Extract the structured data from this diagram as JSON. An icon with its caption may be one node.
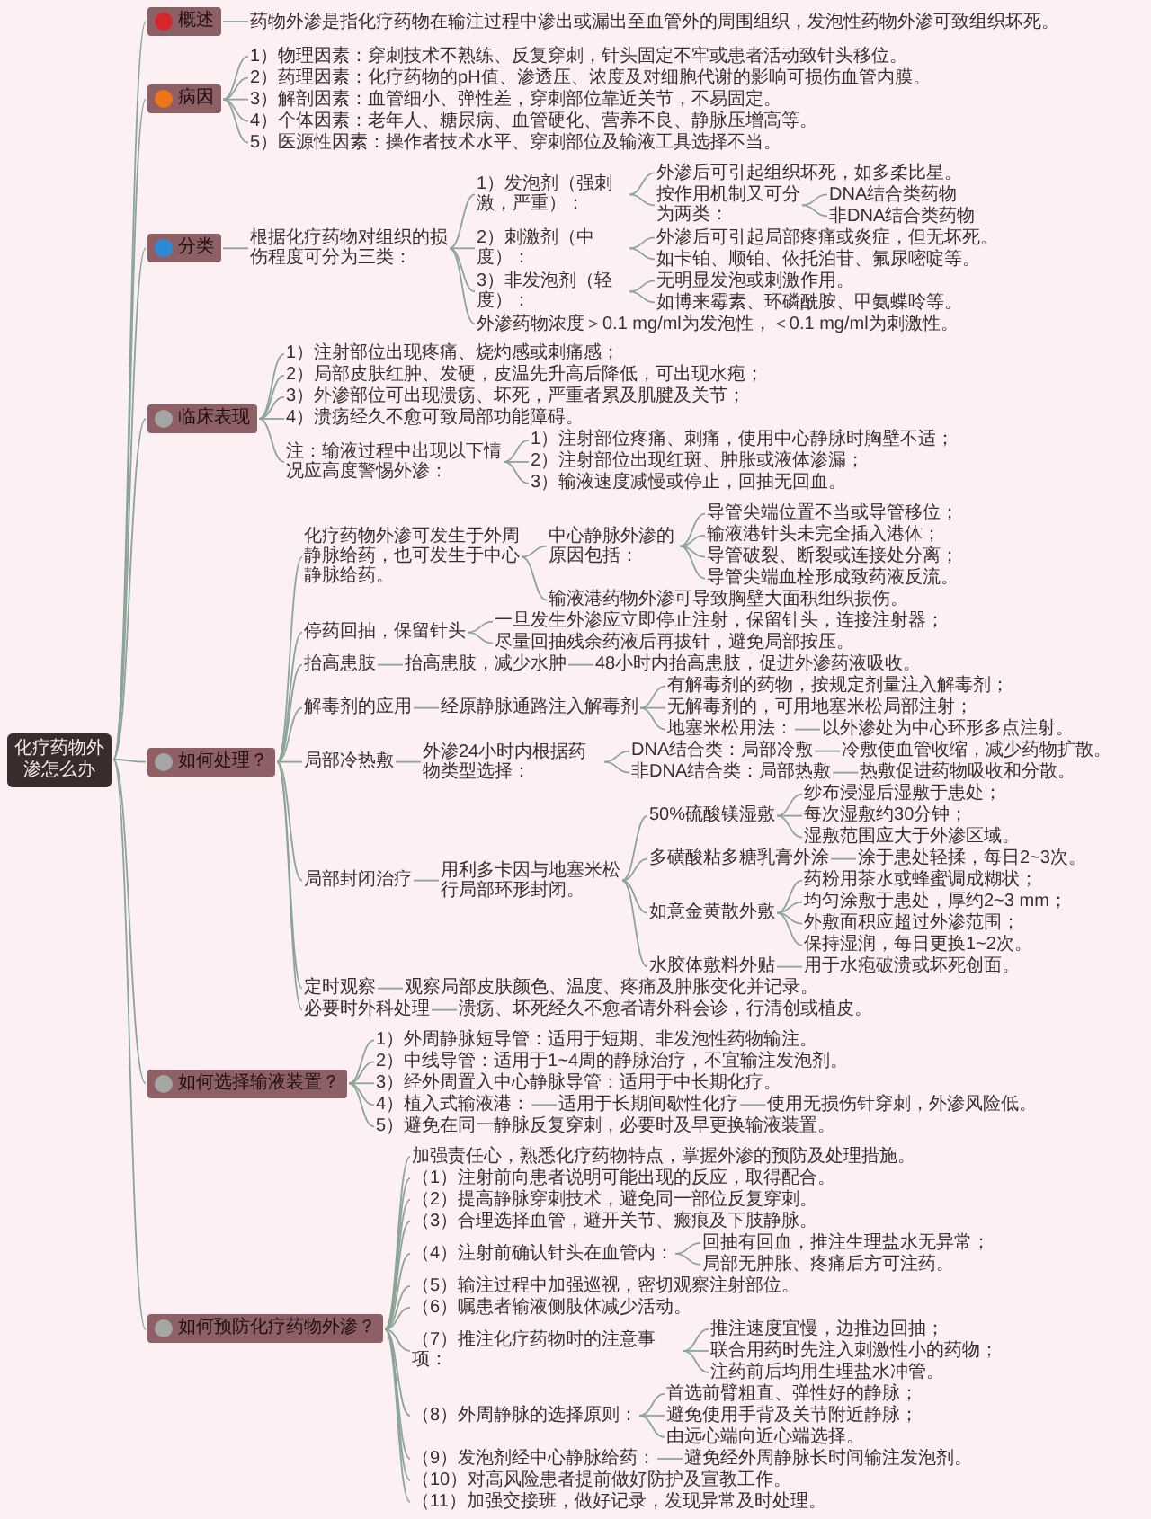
{
  "diagram": {
    "nodes": [
      {
        "text": [
          "化疗药物外渗怎么办"
        ]
      },
      {
        "text": [
          "概述"
        ]
      },
      {
        "text": [
          "药物外渗是指化疗药物在输注过程中渗出或漏出至血管外的周围组织，发泡性药物外渗可致组织坏死。"
        ]
      },
      {
        "text": [
          "病因"
        ]
      },
      {
        "text": [
          "1）物理因素：穿刺技术不熟练、反复穿刺，针头固定不牢或患者活动致针头移位。"
        ]
      },
      {
        "text": [
          "2）药理因素：化疗药物的pH值、渗透压、浓度及对细胞代谢的影响可损伤血管内膜。"
        ]
      },
      {
        "text": [
          "3）解剖因素：血管细小、弹性差，穿刺部位靠近关节，不易固定。"
        ]
      },
      {
        "text": [
          "4）个体因素：老年人、糖尿病、血管硬化、营养不良、静脉压增高等。"
        ]
      },
      {
        "text": [
          "5）医源性因素：操作者技术水平、穿刺部位及输液工具选择不当。"
        ]
      },
      {
        "text": [
          "分类"
        ]
      },
      {
        "text": [
          "根据化疗药物对组织的损伤程度可分为三类："
        ]
      },
      {
        "text": [
          "1）发泡剂（强刺激，严重）："
        ]
      },
      {
        "text": [
          "外渗后可引起组织坏死，如多柔比星。"
        ]
      },
      {
        "text": [
          "按作用机制又可分为两类："
        ]
      },
      {
        "text": [
          "DNA结合类药物"
        ]
      },
      {
        "text": [
          "非DNA结合类药物"
        ]
      },
      {
        "text": [
          "2）刺激剂（中度）："
        ]
      },
      {
        "text": [
          "外渗后可引起局部疼痛或炎症，但无坏死。"
        ]
      },
      {
        "text": [
          "如卡铂、顺铂、依托泊苷、氟尿嘧啶等。"
        ]
      },
      {
        "text": [
          "3）非发泡剂（轻度）："
        ]
      },
      {
        "text": [
          "无明显发泡或刺激作用。"
        ]
      },
      {
        "text": [
          "如博来霉素、环磷酰胺、甲氨蝶呤等。"
        ]
      },
      {
        "text": [
          "外渗药物浓度＞0.1 mg/ml为发泡性，＜0.1 mg/ml为刺激性。"
        ]
      },
      {
        "text": [
          "临床表现"
        ]
      },
      {
        "text": [
          "1）注射部位出现疼痛、烧灼感或刺痛感；"
        ]
      },
      {
        "text": [
          "2）局部皮肤红肿、发硬，皮温先升高后降低，可出现水疱；"
        ]
      },
      {
        "text": [
          "3）外渗部位可出现溃疡、坏死，严重者累及肌腱及关节；"
        ]
      },
      {
        "text": [
          "4）溃疡经久不愈可致局部功能障碍。"
        ]
      },
      {
        "text": [
          "注：输液过程中出现以下情况应高度警惕外渗："
        ]
      },
      {
        "text": [
          "1）注射部位疼痛、刺痛，使用中心静脉时胸壁不适；"
        ]
      },
      {
        "text": [
          "2）注射部位出现红斑、肿胀或液体渗漏；"
        ]
      },
      {
        "text": [
          "3）输液速度减慢或停止，回抽无回血。"
        ]
      },
      {
        "text": [
          "如何处理？"
        ]
      },
      {
        "text": [
          "化疗药物外渗可发生于外周静脉给药，也可发生于中心静脉给药。"
        ]
      },
      {
        "text": [
          "中心静脉外渗的原因包括："
        ]
      },
      {
        "text": [
          "导管尖端位置不当或导管移位；"
        ]
      },
      {
        "text": [
          "输液港针头未完全插入港体；"
        ]
      },
      {
        "text": [
          "导管破裂、断裂或连接处分离；"
        ]
      },
      {
        "text": [
          "导管尖端血栓形成致药液反流。"
        ]
      },
      {
        "text": [
          "输液港药物外渗可导致胸壁大面积组织损伤。"
        ]
      },
      {
        "text": [
          "停药回抽，保留针头"
        ]
      },
      {
        "text": [
          "一旦发生外渗应立即停止注射，保留针头，连接注射器；"
        ]
      },
      {
        "text": [
          "尽量回抽残余药液后再拔针，避免局部按压。"
        ]
      },
      {
        "text": [
          "抬高患肢"
        ]
      },
      {
        "text": [
          "抬高患肢，减少水肿"
        ]
      },
      {
        "text": [
          "48小时内抬高患肢，促进外渗药液吸收。"
        ]
      },
      {
        "text": [
          "解毒剂的应用"
        ]
      },
      {
        "text": [
          "经原静脉通路注入解毒剂"
        ]
      },
      {
        "text": [
          "有解毒剂的药物，按规定剂量注入解毒剂；"
        ]
      },
      {
        "text": [
          "无解毒剂的，可用地塞米松局部注射；"
        ]
      },
      {
        "text": [
          "地塞米松用法："
        ]
      },
      {
        "text": [
          "以外渗处为中心环形多点注射。"
        ]
      },
      {
        "text": [
          "局部冷热敷"
        ]
      },
      {
        "text": [
          "外渗24小时内根据药物类型选择："
        ]
      },
      {
        "text": [
          "DNA结合类：局部冷敷"
        ]
      },
      {
        "text": [
          "冷敷使血管收缩，减少药物扩散。"
        ]
      },
      {
        "text": [
          "非DNA结合类：局部热敷"
        ]
      },
      {
        "text": [
          "热敷促进药物吸收和分散。"
        ]
      },
      {
        "text": [
          "局部封闭治疗"
        ]
      },
      {
        "text": [
          "用利多卡因与地塞米松行局部环形封闭。"
        ]
      },
      {
        "text": [
          "50%硫酸镁湿敷"
        ]
      },
      {
        "text": [
          "纱布浸湿后湿敷于患处；"
        ]
      },
      {
        "text": [
          "每次湿敷约30分钟；"
        ]
      },
      {
        "text": [
          "湿敷范围应大于外渗区域。"
        ]
      },
      {
        "text": [
          "多磺酸粘多糖乳膏外涂"
        ]
      },
      {
        "text": [
          "涂于患处轻揉，每日2~3次。"
        ]
      },
      {
        "text": [
          "如意金黄散外敷"
        ]
      },
      {
        "text": [
          "药粉用茶水或蜂蜜调成糊状；"
        ]
      },
      {
        "text": [
          "均匀涂敷于患处，厚约2~3 mm；"
        ]
      },
      {
        "text": [
          "外敷面积应超过外渗范围；"
        ]
      },
      {
        "text": [
          "保持湿润，每日更换1~2次。"
        ]
      },
      {
        "text": [
          "水胶体敷料外贴"
        ]
      },
      {
        "text": [
          "用于水疱破溃或坏死创面。"
        ]
      },
      {
        "text": [
          "定时观察"
        ]
      },
      {
        "text": [
          "观察局部皮肤颜色、温度、疼痛及肿胀变化并记录。"
        ]
      },
      {
        "text": [
          "必要时外科处理"
        ]
      },
      {
        "text": [
          "溃疡、坏死经久不愈者请外科会诊，行清创或植皮。"
        ]
      },
      {
        "text": [
          "如何选择输液装置？"
        ]
      },
      {
        "text": [
          "1）外周静脉短导管：适用于短期、非发泡性药物输注。"
        ]
      },
      {
        "text": [
          "2）中线导管：适用于1~4周的静脉治疗，不宜输注发泡剂。"
        ]
      },
      {
        "text": [
          "3）经外周置入中心静脉导管：适用于中长期化疗。"
        ]
      },
      {
        "text": [
          "4）植入式输液港："
        ]
      },
      {
        "text": [
          "适用于长期间歇性化疗"
        ]
      },
      {
        "text": [
          "使用无损伤针穿刺，外渗风险低。"
        ]
      },
      {
        "text": [
          "5）避免在同一静脉反复穿刺，必要时及早更换输液装置。"
        ]
      },
      {
        "text": [
          "如何预防化疗药物外渗？"
        ]
      },
      {
        "text": [
          "加强责任心，熟悉化疗药物特点，掌握外渗的预防及处理措施。"
        ]
      },
      {
        "text": [
          "（1）注射前向患者说明可能出现的反应，取得配合。"
        ]
      },
      {
        "text": [
          "（2）提高静脉穿刺技术，避免同一部位反复穿刺。"
        ]
      },
      {
        "text": [
          "（3）合理选择血管，避开关节、瘢痕及下肢静脉。"
        ]
      },
      {
        "text": [
          "（4）注射前确认针头在血管内："
        ]
      },
      {
        "text": [
          "回抽有回血，推注生理盐水无异常；"
        ]
      },
      {
        "text": [
          "局部无肿胀、疼痛后方可注药。"
        ]
      },
      {
        "text": [
          "（5）输注过程中加强巡视，密切观察注射部位。"
        ]
      },
      {
        "text": [
          "（6）嘱患者输液侧肢体减少活动。"
        ]
      },
      {
        "text": [
          "（7）推注化疗药物时的注意事项："
        ]
      },
      {
        "text": [
          "推注速度宜慢，边推边回抽；"
        ]
      },
      {
        "text": [
          "联合用药时先注入刺激性小的药物；"
        ]
      },
      {
        "text": [
          "注药前后均用生理盐水冲管。"
        ]
      },
      {
        "text": [
          "（8）外周静脉的选择原则："
        ]
      },
      {
        "text": [
          "首选前臂粗直、弹性好的静脉；"
        ]
      },
      {
        "text": [
          "避免使用手背及关节附近静脉；"
        ]
      },
      {
        "text": [
          "由远心端向近心端选择。"
        ]
      },
      {
        "text": [
          "（9）发泡剂经中心静脉给药："
        ]
      },
      {
        "text": [
          "避免经外周静脉长时间输注发泡剂。"
        ]
      },
      {
        "text": [
          "（10）对高风险患者提前做好防护及宣教工作。"
        ]
      },
      {
        "text": [
          "（11）加强交接班，做好记录，发现异常及时处理。"
        ]
      }
    ],
    "edges": [
      {
        "from": 0,
        "to": 1,
        "arrow": "none"
      },
      {
        "from": 1,
        "to": 2,
        "arrow": "none"
      },
      {
        "from": 0,
        "to": 3,
        "arrow": "none"
      },
      {
        "from": 3,
        "to": 4,
        "arrow": "none"
      },
      {
        "from": 3,
        "to": 5,
        "arrow": "none"
      },
      {
        "from": 3,
        "to": 6,
        "arrow": "none"
      },
      {
        "from": 3,
        "to": 7,
        "arrow": "none"
      },
      {
        "from": 3,
        "to": 8,
        "arrow": "none"
      },
      {
        "from": 0,
        "to": 9,
        "arrow": "none"
      },
      {
        "from": 9,
        "to": 10,
        "arrow": "none"
      },
      {
        "from": 10,
        "to": 11,
        "arrow": "none"
      },
      {
        "from": 11,
        "to": 12,
        "arrow": "none"
      },
      {
        "from": 11,
        "to": 13,
        "arrow": "none"
      },
      {
        "from": 13,
        "to": 14,
        "arrow": "none"
      },
      {
        "from": 13,
        "to": 15,
        "arrow": "none"
      },
      {
        "from": 10,
        "to": 16,
        "arrow": "none"
      },
      {
        "from": 16,
        "to": 17,
        "arrow": "none"
      },
      {
        "from": 16,
        "to": 18,
        "arrow": "none"
      },
      {
        "from": 10,
        "to": 19,
        "arrow": "none"
      },
      {
        "from": 19,
        "to": 20,
        "arrow": "none"
      },
      {
        "from": 19,
        "to": 21,
        "arrow": "none"
      },
      {
        "from": 10,
        "to": 22,
        "arrow": "none"
      },
      {
        "from": 0,
        "to": 23,
        "arrow": "none"
      },
      {
        "from": 23,
        "to": 24,
        "arrow": "none"
      },
      {
        "from": 23,
        "to": 25,
        "arrow": "none"
      },
      {
        "from": 23,
        "to": 26,
        "arrow": "none"
      },
      {
        "from": 23,
        "to": 27,
        "arrow": "none"
      },
      {
        "from": 23,
        "to": 28,
        "arrow": "none"
      },
      {
        "from": 28,
        "to": 29,
        "arrow": "none"
      },
      {
        "from": 28,
        "to": 30,
        "arrow": "none"
      },
      {
        "from": 28,
        "to": 31,
        "arrow": "none"
      },
      {
        "from": 0,
        "to": 32,
        "arrow": "none"
      },
      {
        "from": 32,
        "to": 33,
        "arrow": "none"
      },
      {
        "from": 33,
        "to": 34,
        "arrow": "none"
      },
      {
        "from": 34,
        "to": 35,
        "arrow": "none"
      },
      {
        "from": 34,
        "to": 36,
        "arrow": "none"
      },
      {
        "from": 34,
        "to": 37,
        "arrow": "none"
      },
      {
        "from": 34,
        "to": 38,
        "arrow": "none"
      },
      {
        "from": 33,
        "to": 39,
        "arrow": "none"
      },
      {
        "from": 32,
        "to": 40,
        "arrow": "none"
      },
      {
        "from": 40,
        "to": 41,
        "arrow": "none"
      },
      {
        "from": 40,
        "to": 42,
        "arrow": "none"
      },
      {
        "from": 32,
        "to": 43,
        "arrow": "none"
      },
      {
        "from": 43,
        "to": 44,
        "arrow": "none"
      },
      {
        "from": 44,
        "to": 45,
        "arrow": "none"
      },
      {
        "from": 32,
        "to": 46,
        "arrow": "none"
      },
      {
        "from": 46,
        "to": 47,
        "arrow": "none"
      },
      {
        "from": 47,
        "to": 48,
        "arrow": "none"
      },
      {
        "from": 47,
        "to": 49,
        "arrow": "none"
      },
      {
        "from": 47,
        "to": 50,
        "arrow": "none"
      },
      {
        "from": 50,
        "to": 51,
        "arrow": "none"
      },
      {
        "from": 32,
        "to": 52,
        "arrow": "none"
      },
      {
        "from": 52,
        "to": 53,
        "arrow": "none"
      },
      {
        "from": 53,
        "to": 54,
        "arrow": "none"
      },
      {
        "from": 54,
        "to": 55,
        "arrow": "none"
      },
      {
        "from": 53,
        "to": 56,
        "arrow": "none"
      },
      {
        "from": 56,
        "to": 57,
        "arrow": "none"
      },
      {
        "from": 32,
        "to": 58,
        "arrow": "none"
      },
      {
        "from": 58,
        "to": 59,
        "arrow": "none"
      },
      {
        "from": 59,
        "to": 60,
        "arrow": "none"
      },
      {
        "from": 60,
        "to": 61,
        "arrow": "none"
      },
      {
        "from": 60,
        "to": 62,
        "arrow": "none"
      },
      {
        "from": 60,
        "to": 63,
        "arrow": "none"
      },
      {
        "from": 59,
        "to": 64,
        "arrow": "none"
      },
      {
        "from": 64,
        "to": 65,
        "arrow": "none"
      },
      {
        "from": 59,
        "to": 66,
        "arrow": "none"
      },
      {
        "from": 66,
        "to": 67,
        "arrow": "none"
      },
      {
        "from": 66,
        "to": 68,
        "arrow": "none"
      },
      {
        "from": 66,
        "to": 69,
        "arrow": "none"
      },
      {
        "from": 66,
        "to": 70,
        "arrow": "none"
      },
      {
        "from": 59,
        "to": 71,
        "arrow": "none"
      },
      {
        "from": 71,
        "to": 72,
        "arrow": "none"
      },
      {
        "from": 32,
        "to": 73,
        "arrow": "none"
      },
      {
        "from": 73,
        "to": 74,
        "arrow": "none"
      },
      {
        "from": 32,
        "to": 75,
        "arrow": "none"
      },
      {
        "from": 75,
        "to": 76,
        "arrow": "none"
      },
      {
        "from": 0,
        "to": 77,
        "arrow": "none"
      },
      {
        "from": 77,
        "to": 78,
        "arrow": "none"
      },
      {
        "from": 77,
        "to": 79,
        "arrow": "none"
      },
      {
        "from": 77,
        "to": 80,
        "arrow": "none"
      },
      {
        "from": 77,
        "to": 81,
        "arrow": "none"
      },
      {
        "from": 81,
        "to": 82,
        "arrow": "none"
      },
      {
        "from": 82,
        "to": 83,
        "arrow": "none"
      },
      {
        "from": 77,
        "to": 84,
        "arrow": "none"
      },
      {
        "from": 0,
        "to": 85,
        "arrow": "none"
      },
      {
        "from": 85,
        "to": 86,
        "arrow": "none"
      },
      {
        "from": 85,
        "to": 87,
        "arrow": "none"
      },
      {
        "from": 85,
        "to": 88,
        "arrow": "none"
      },
      {
        "from": 85,
        "to": 89,
        "arrow": "none"
      },
      {
        "from": 85,
        "to": 90,
        "arrow": "none"
      },
      {
        "from": 90,
        "to": 91,
        "arrow": "none"
      },
      {
        "from": 90,
        "to": 92,
        "arrow": "none"
      },
      {
        "from": 85,
        "to": 93,
        "arrow": "none"
      },
      {
        "from": 85,
        "to": 94,
        "arrow": "none"
      },
      {
        "from": 85,
        "to": 95,
        "arrow": "none"
      },
      {
        "from": 95,
        "to": 96,
        "arrow": "none"
      },
      {
        "from": 95,
        "to": 97,
        "arrow": "none"
      },
      {
        "from": 95,
        "to": 98,
        "arrow": "none"
      },
      {
        "from": 85,
        "to": 99,
        "arrow": "none"
      },
      {
        "from": 99,
        "to": 100,
        "arrow": "none"
      },
      {
        "from": 99,
        "to": 101,
        "arrow": "none"
      },
      {
        "from": 99,
        "to": 102,
        "arrow": "none"
      },
      {
        "from": 85,
        "to": 103,
        "arrow": "none"
      },
      {
        "from": 103,
        "to": 104,
        "arrow": "none"
      },
      {
        "from": 85,
        "to": 105,
        "arrow": "none"
      },
      {
        "from": 85,
        "to": 106,
        "arrow": "none"
      }
    ]
  }
}
